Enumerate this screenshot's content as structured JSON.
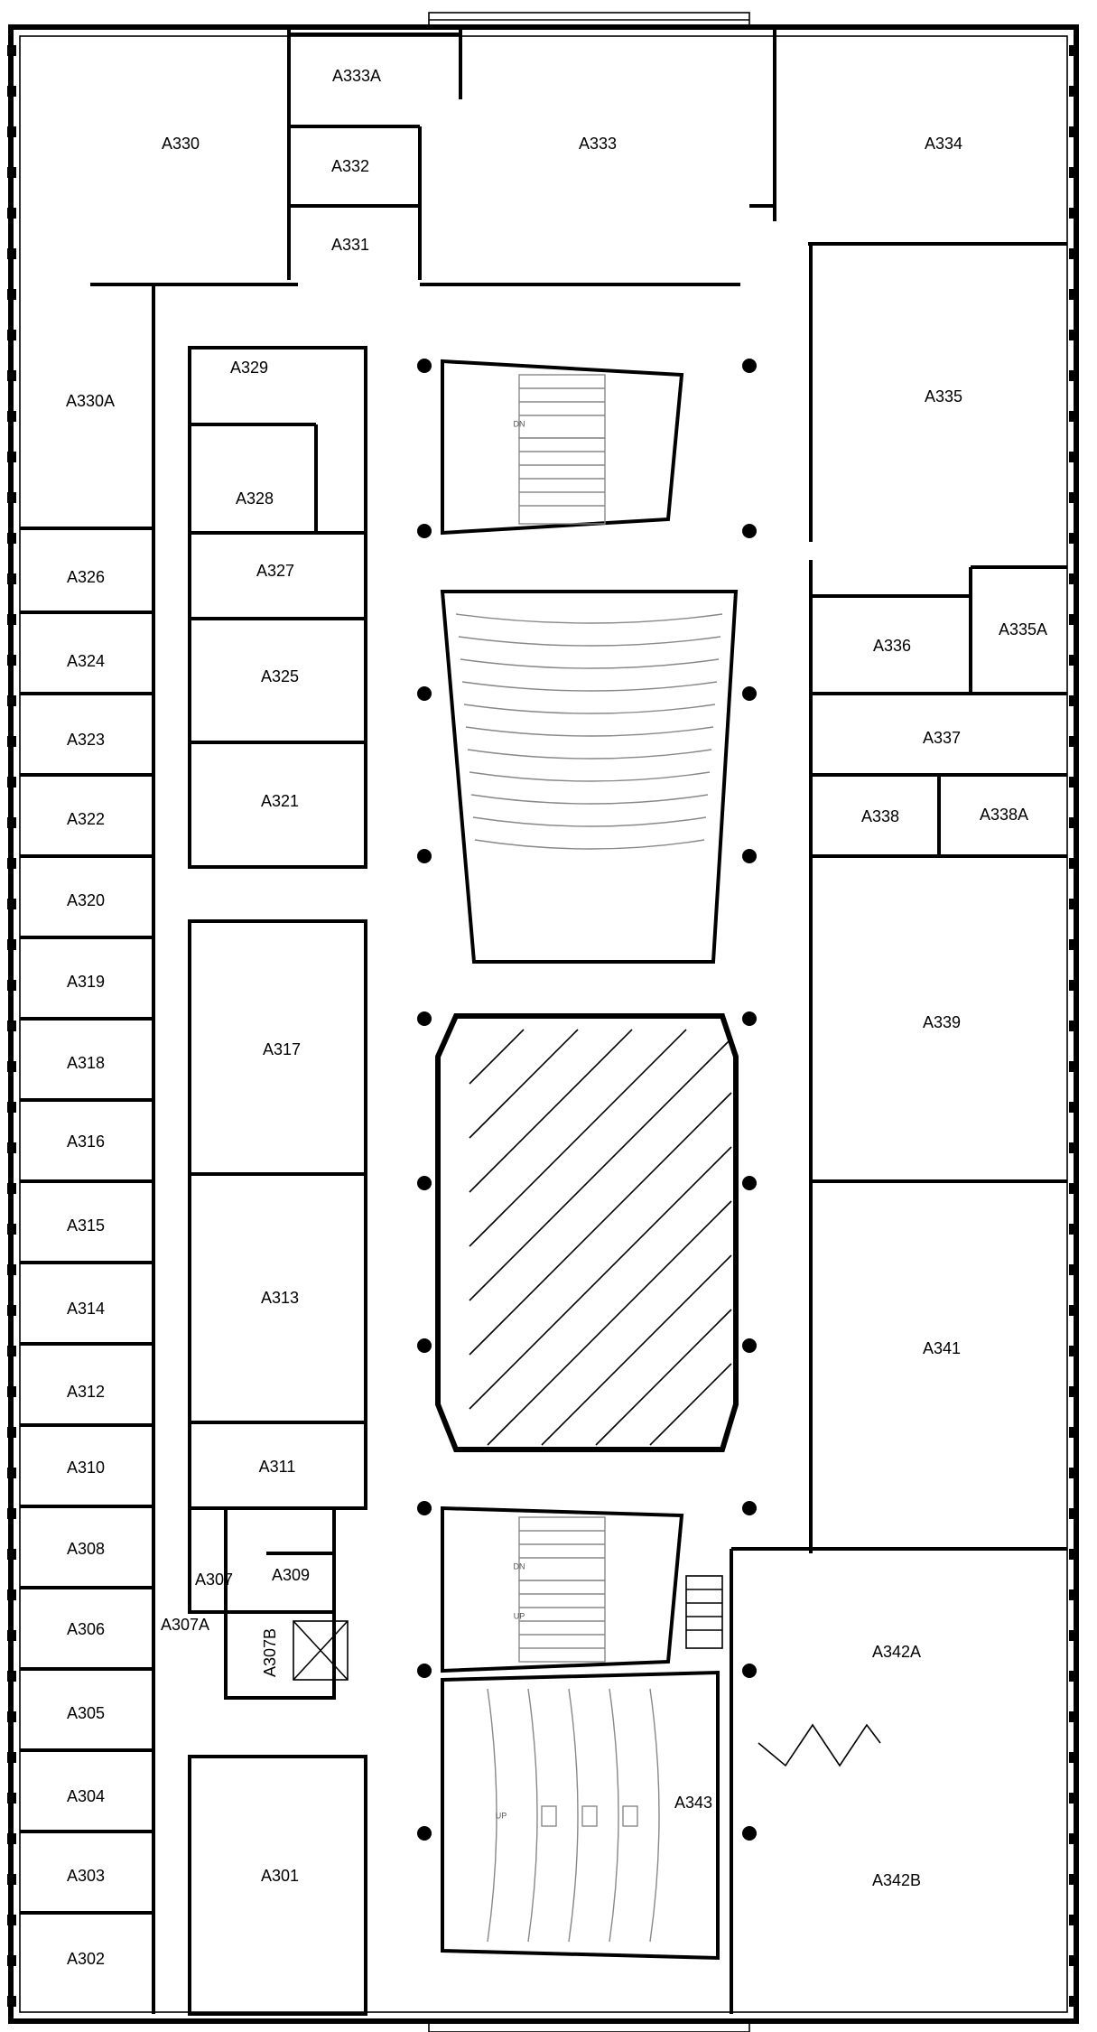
{
  "colors": {
    "walls": "#000000",
    "stairs": "#888888",
    "background": "#ffffff"
  },
  "rooms": [
    {
      "id": "A330",
      "label": "A330"
    },
    {
      "id": "A333A",
      "label": "A333A"
    },
    {
      "id": "A332",
      "label": "A332"
    },
    {
      "id": "A331",
      "label": "A331"
    },
    {
      "id": "A333",
      "label": "A333"
    },
    {
      "id": "A334",
      "label": "A334"
    },
    {
      "id": "A335",
      "label": "A335"
    },
    {
      "id": "A330A",
      "label": "A330A"
    },
    {
      "id": "A329",
      "label": "A329"
    },
    {
      "id": "A328",
      "label": "A328"
    },
    {
      "id": "A327",
      "label": "A327"
    },
    {
      "id": "A325",
      "label": "A325"
    },
    {
      "id": "A321",
      "label": "A321"
    },
    {
      "id": "A326",
      "label": "A326"
    },
    {
      "id": "A324",
      "label": "A324"
    },
    {
      "id": "A323",
      "label": "A323"
    },
    {
      "id": "A322",
      "label": "A322"
    },
    {
      "id": "A320",
      "label": "A320"
    },
    {
      "id": "A319",
      "label": "A319"
    },
    {
      "id": "A318",
      "label": "A318"
    },
    {
      "id": "A316",
      "label": "A316"
    },
    {
      "id": "A315",
      "label": "A315"
    },
    {
      "id": "A314",
      "label": "A314"
    },
    {
      "id": "A312",
      "label": "A312"
    },
    {
      "id": "A310",
      "label": "A310"
    },
    {
      "id": "A308",
      "label": "A308"
    },
    {
      "id": "A306",
      "label": "A306"
    },
    {
      "id": "A305",
      "label": "A305"
    },
    {
      "id": "A304",
      "label": "A304"
    },
    {
      "id": "A303",
      "label": "A303"
    },
    {
      "id": "A302",
      "label": "A302"
    },
    {
      "id": "A317",
      "label": "A317"
    },
    {
      "id": "A313",
      "label": "A313"
    },
    {
      "id": "A311",
      "label": "A311"
    },
    {
      "id": "A309",
      "label": "A309"
    },
    {
      "id": "A307",
      "label": "A307"
    },
    {
      "id": "A307A",
      "label": "A307A"
    },
    {
      "id": "A307B",
      "label": "A307B"
    },
    {
      "id": "A301",
      "label": "A301"
    },
    {
      "id": "A336",
      "label": "A336"
    },
    {
      "id": "A335A",
      "label": "A335A"
    },
    {
      "id": "A337",
      "label": "A337"
    },
    {
      "id": "A338",
      "label": "A338"
    },
    {
      "id": "A338A",
      "label": "A338A"
    },
    {
      "id": "A339",
      "label": "A339"
    },
    {
      "id": "A341",
      "label": "A341"
    },
    {
      "id": "A342A",
      "label": "A342A"
    },
    {
      "id": "A342B",
      "label": "A342B"
    },
    {
      "id": "A343",
      "label": "A343"
    }
  ],
  "markers": {
    "dn": "DN",
    "up": "UP"
  }
}
